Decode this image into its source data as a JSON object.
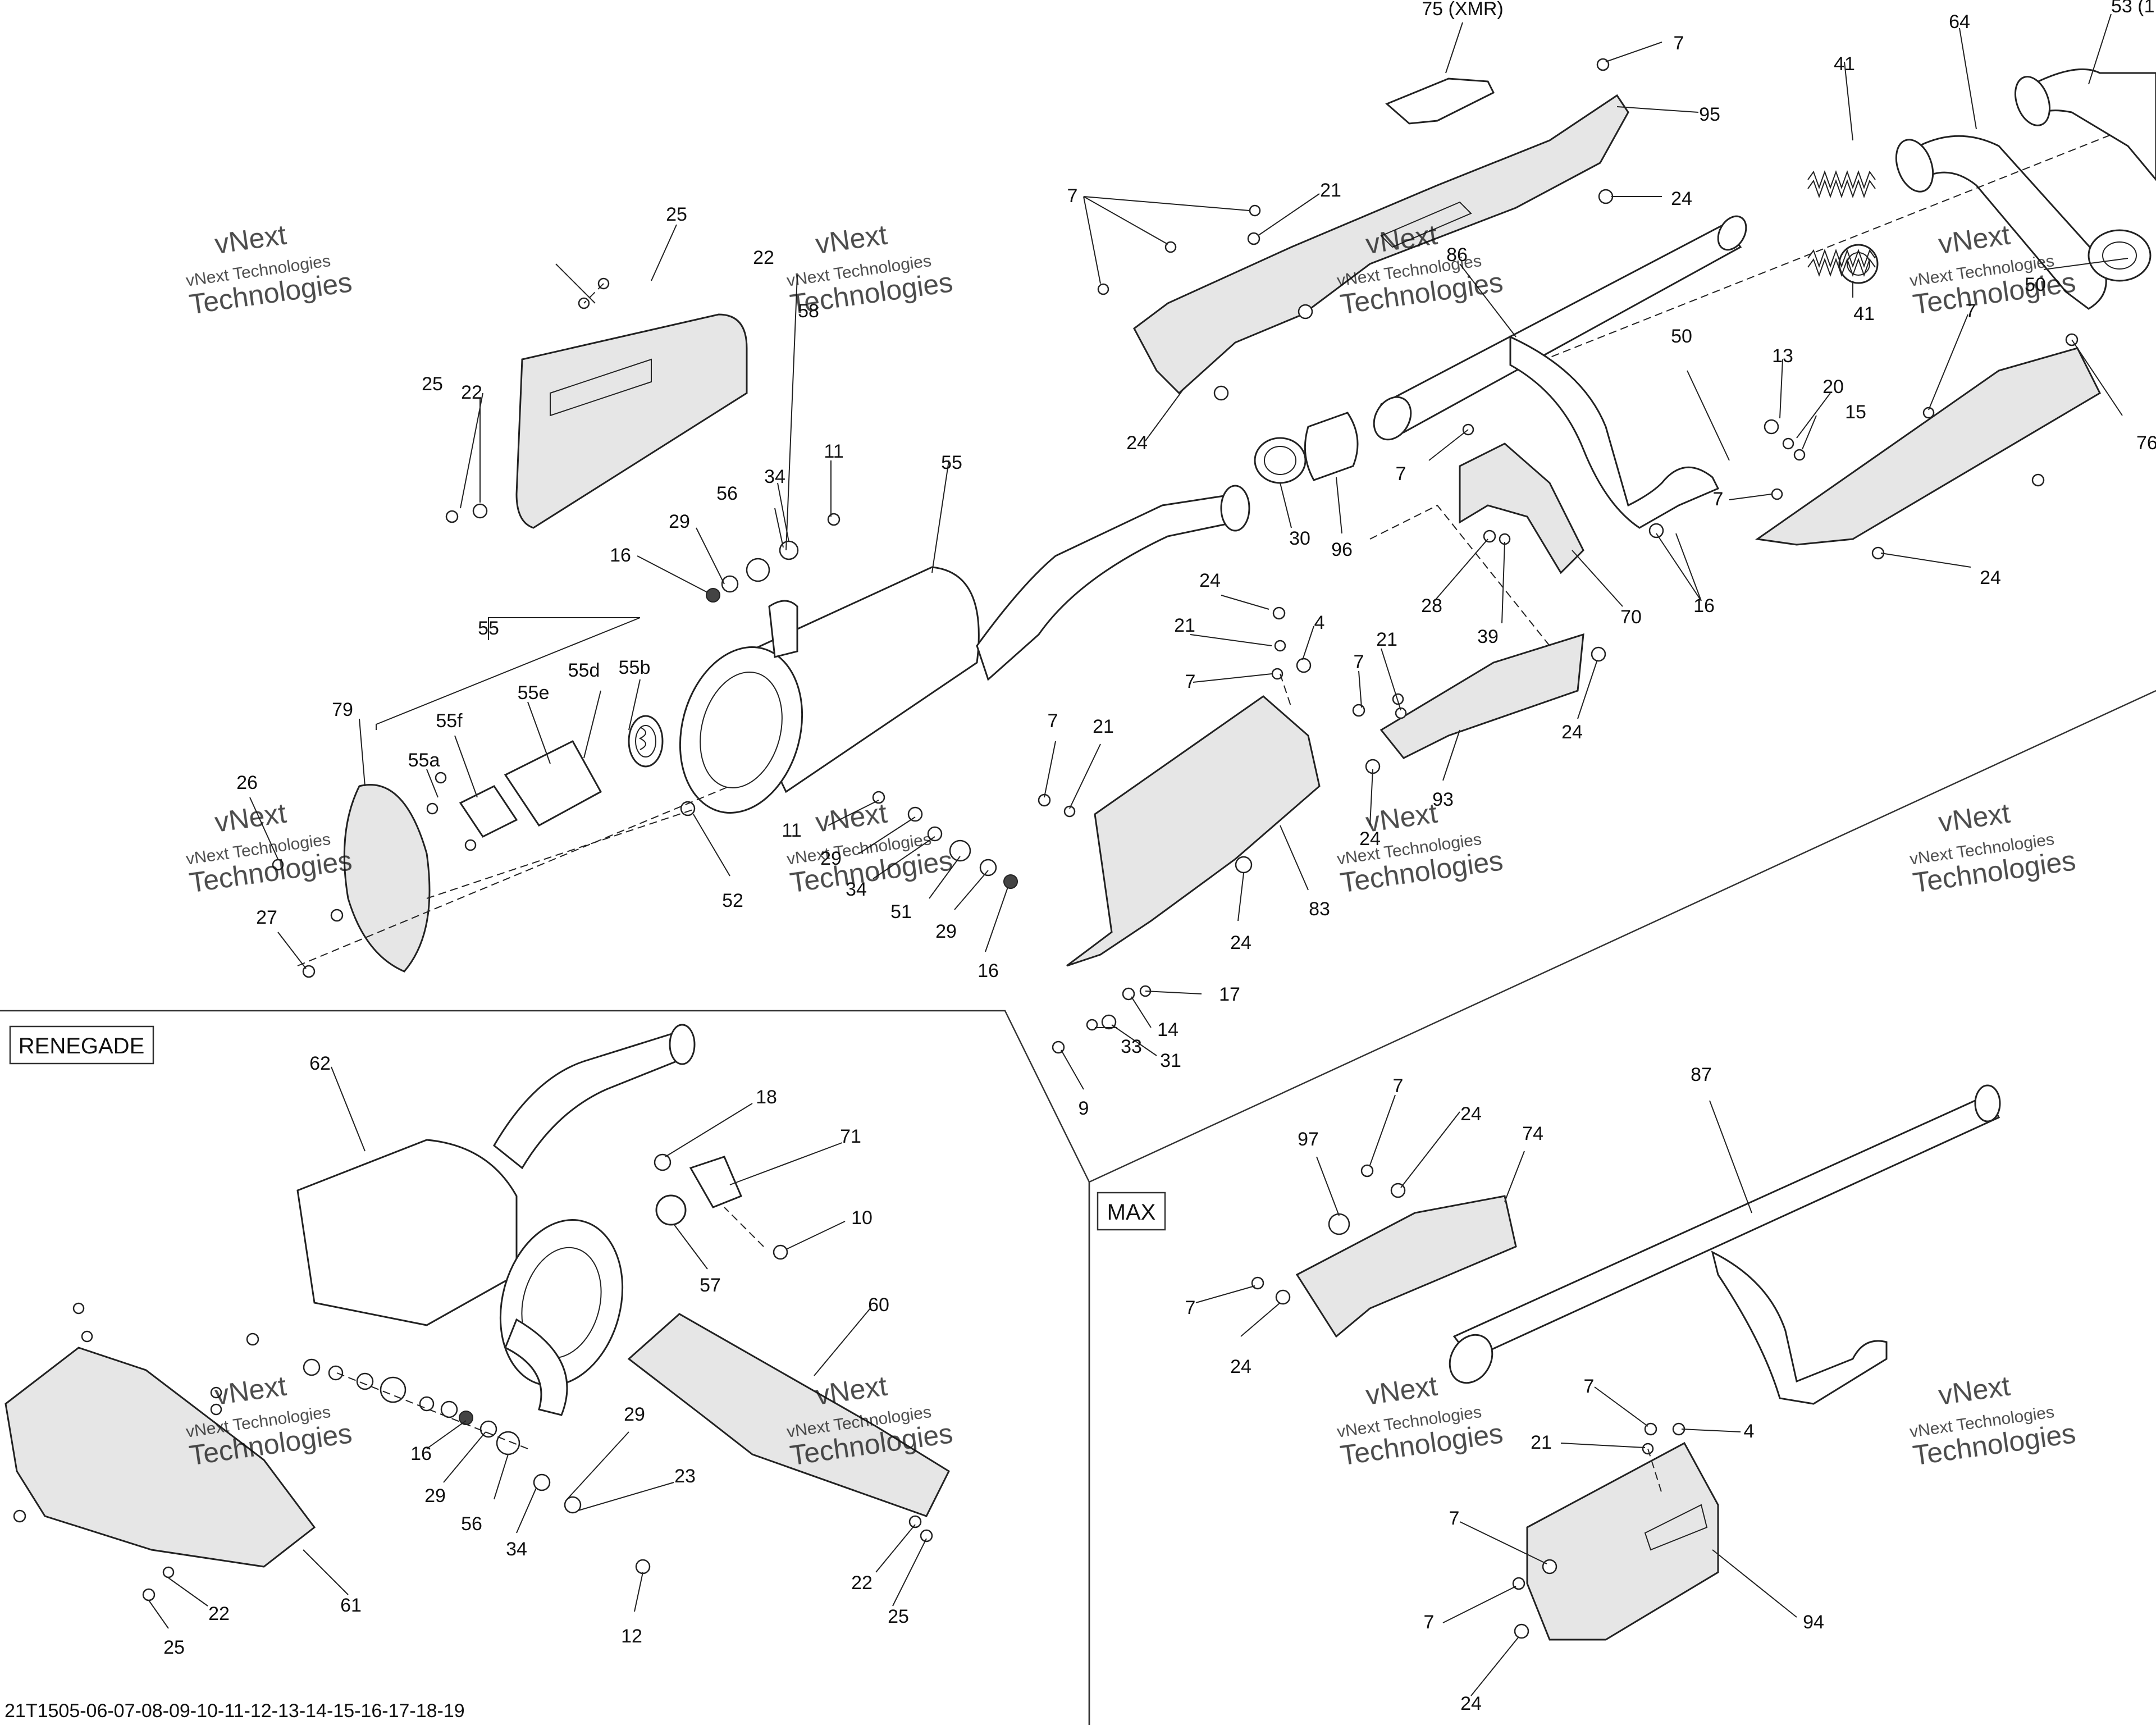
{
  "diagram_id": "21T1505-06-07-08-09-10-11-12-13-14-15-16-17-18-19",
  "section_labels": {
    "renegade": "RENEGADE",
    "max": "MAX"
  },
  "watermark": {
    "line1": "vNext Technologies",
    "line2": "vNext",
    "line3": "Technologies"
  },
  "callouts": {
    "c75xmr": "75 (XMR)",
    "c64": "64",
    "c53": "53 (1",
    "c95": "95",
    "c41a": "41",
    "c41b": "41",
    "c7_top": "7",
    "c24_top": "24",
    "c7_left": "7",
    "c21_top": "21",
    "c86": "86",
    "c50a": "50",
    "c50b": "50",
    "c24_a": "24",
    "c25a": "25",
    "c22a": "22",
    "c58": "58",
    "c25b": "25",
    "c22b": "22",
    "c13": "13",
    "c20": "20",
    "c15": "15",
    "c7_r1": "7",
    "c7_r2": "7",
    "c76": "76",
    "c24_r": "24",
    "c7_m": "7",
    "c11a": "11",
    "c55a": "55",
    "c56a": "56",
    "c34a": "34",
    "c29a": "29",
    "c16a": "16",
    "c30": "30",
    "c96": "96",
    "c28": "28",
    "c39": "39",
    "c70": "70",
    "c16b": "16",
    "c24_b": "24",
    "c21_b": "21",
    "c4a": "4",
    "c7_b": "7",
    "c21_c": "21",
    "c7_c": "7",
    "c24_c": "24",
    "c55b": "55",
    "c55e": "55e",
    "c55d": "55d",
    "c55b2": "55b",
    "c55f": "55f",
    "c55a2": "55a",
    "c79": "79",
    "c26": "26",
    "c27": "27",
    "c52": "52",
    "c11b": "11",
    "c29b": "29",
    "c34b": "34",
    "c51": "51",
    "c29c": "29",
    "c16c": "16",
    "c7_d": "7",
    "c21_d": "21",
    "c83": "83",
    "c24_d": "24",
    "c24_e": "24",
    "c93": "93",
    "c17": "17",
    "c14": "14",
    "c31": "31",
    "c33": "33",
    "c9": "9",
    "c62": "62",
    "c18": "18",
    "c71": "71",
    "c10": "10",
    "c57": "57",
    "c60": "60",
    "c16d": "16",
    "c29d": "29",
    "c56b": "56",
    "c34c": "34",
    "c29e": "29",
    "c23": "23",
    "c12": "12",
    "c22c": "22",
    "c25c": "25",
    "c61": "61",
    "c22d": "22",
    "c25d": "25",
    "c97": "97",
    "c7_e": "7",
    "c24_f": "24",
    "c74": "74",
    "c87": "87",
    "c7_f": "7",
    "c24_g": "24",
    "c7_g": "7",
    "c21_e": "21",
    "c4b": "4",
    "c7_h": "7",
    "c7_i": "7",
    "c94": "94",
    "c24_h": "24"
  }
}
